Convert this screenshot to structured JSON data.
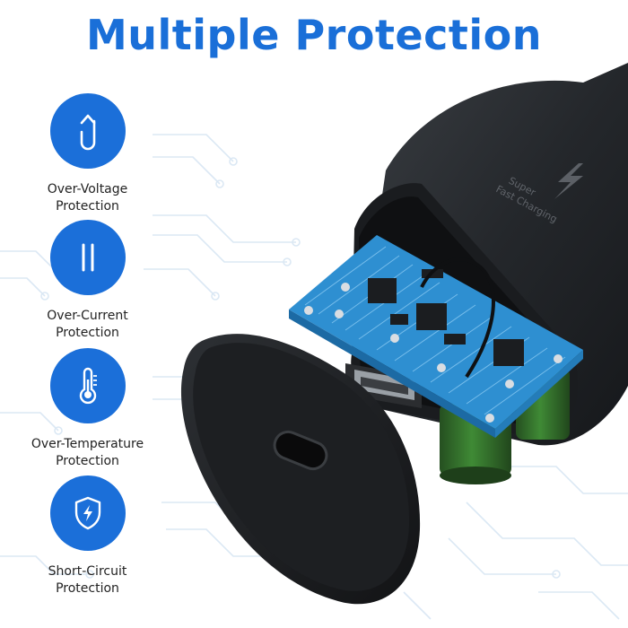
{
  "header": {
    "title": "Multiple Protection"
  },
  "features": [
    {
      "icon": "u-turn-arrow-icon",
      "line1": "Over-Voltage",
      "line2": "Protection"
    },
    {
      "icon": "parallel-lines-icon",
      "line1": "Over-Current",
      "line2": "Protection"
    },
    {
      "icon": "thermometer-icon",
      "line1": "Over-Temperature",
      "line2": "Protection"
    },
    {
      "icon": "shield-bolt-icon",
      "line1": "Short-Circuit",
      "line2": "Protection"
    }
  ],
  "product": {
    "engraving_line1": "Super",
    "engraving_line2": "Fast Charging",
    "bolt_icon": "lightning-bolt-icon"
  },
  "colors": {
    "accent": "#1a6fd8",
    "badge": "#1b6fd9",
    "charger_body": "#26292d",
    "pcb": "#2e8fd1",
    "capacitor": "#2f6b2a"
  }
}
